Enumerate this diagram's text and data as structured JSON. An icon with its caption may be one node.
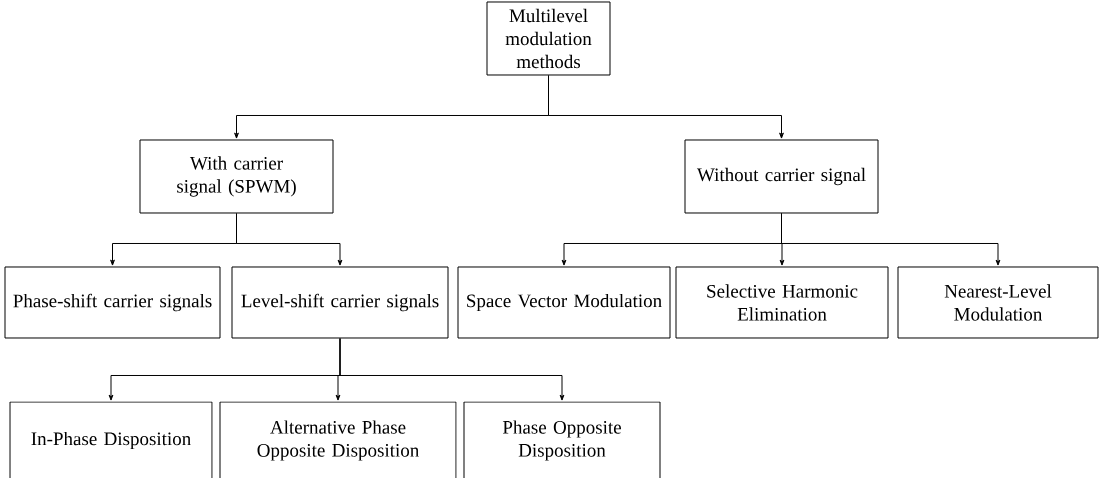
{
  "diagram": {
    "nodes": [
      {
        "text": [
          "Multilevel modulation methods"
        ]
      },
      {
        "text": [
          "With carrier signal (SPWM)"
        ]
      },
      {
        "text": [
          "Without carrier signal"
        ]
      },
      {
        "text": [
          "Phase-shift carrier signals"
        ]
      },
      {
        "text": [
          "Level-shift carrier signals"
        ]
      },
      {
        "text": [
          "Space Vector Modulation"
        ]
      },
      {
        "text": [
          "Selective Harmonic Elimination"
        ]
      },
      {
        "text": [
          "Nearest-Level Modulation"
        ]
      },
      {
        "text": [
          "In-Phase Disposition"
        ]
      },
      {
        "text": [
          "Alternative Phase Opposite Disposition"
        ]
      },
      {
        "text": [
          "Phase Opposite Disposition"
        ]
      }
    ],
    "edges": [
      {
        "from": 0,
        "to": 1,
        "arrow": "to"
      },
      {
        "from": 0,
        "to": 2,
        "arrow": "to"
      },
      {
        "from": 1,
        "to": 3,
        "arrow": "to"
      },
      {
        "from": 1,
        "to": 4,
        "arrow": "to"
      },
      {
        "from": 2,
        "to": 5,
        "arrow": "to"
      },
      {
        "from": 2,
        "to": 6,
        "arrow": "to"
      },
      {
        "from": 2,
        "to": 7,
        "arrow": "to"
      },
      {
        "from": 4,
        "to": 8,
        "arrow": "to"
      },
      {
        "from": 4,
        "to": 9,
        "arrow": "to"
      },
      {
        "from": 4,
        "to": 10,
        "arrow": "to"
      }
    ]
  }
}
